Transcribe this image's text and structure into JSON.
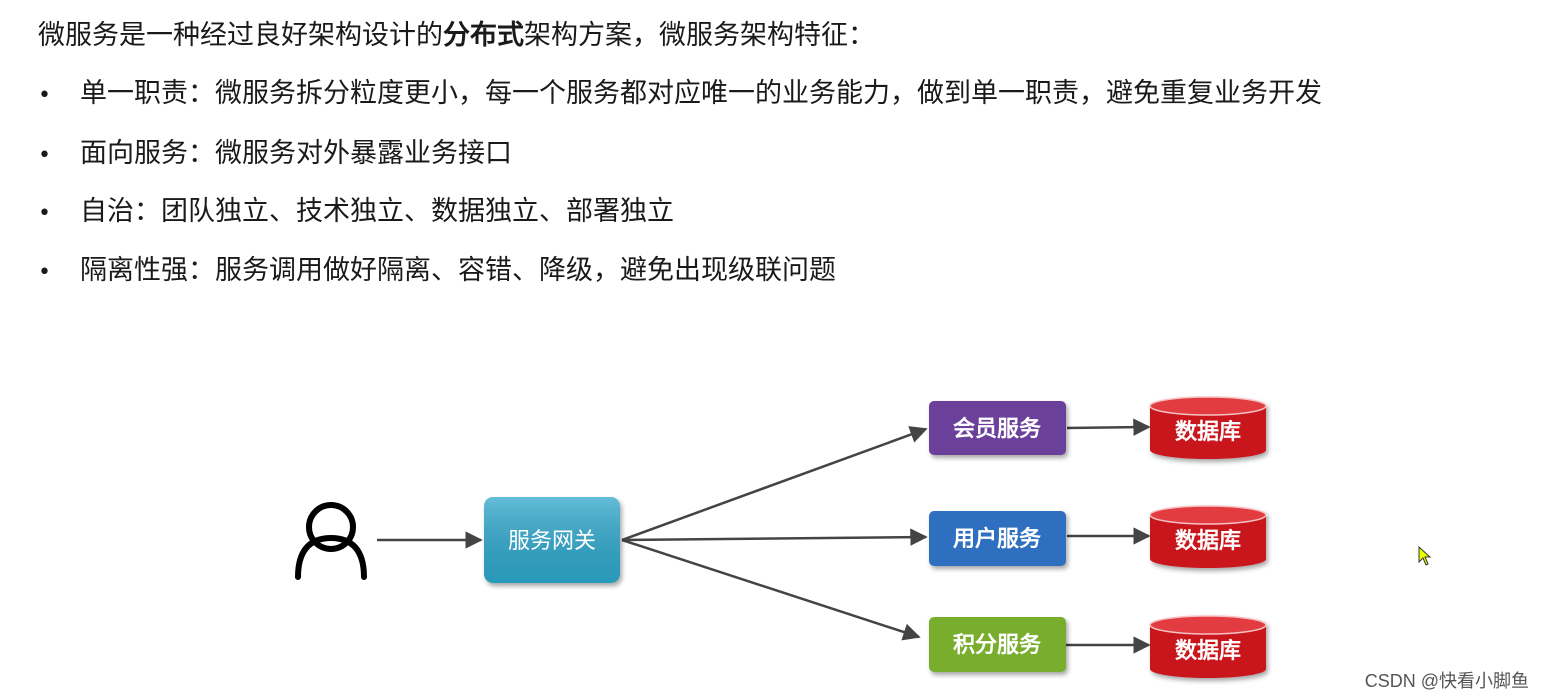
{
  "intro": {
    "prefix": "微服务是一种经过良好架构设计的",
    "bold": "分布式",
    "suffix": "架构方案，微服务架构特征："
  },
  "features": [
    "单一职责：微服务拆分粒度更小，每一个服务都对应唯一的业务能力，做到单一职责，避免重复业务开发",
    "面向服务：微服务对外暴露业务接口",
    "自治：团队独立、技术独立、数据独立、部署独立",
    "隔离性强：服务调用做好隔离、容错、降级，避免出现级联问题"
  ],
  "bullet": "•",
  "diagram": {
    "user_icon": "user-icon",
    "gateway": {
      "label": "服务网关",
      "color": "#2fa8cc"
    },
    "services": [
      {
        "label": "会员服务",
        "color": "#6a3f9a"
      },
      {
        "label": "用户服务",
        "color": "#2f6fbf"
      },
      {
        "label": "积分服务",
        "color": "#79ad2f"
      }
    ],
    "database_label": "数据库",
    "database_color": "#c8161d"
  },
  "watermark": "CSDN @快看小脚鱼"
}
